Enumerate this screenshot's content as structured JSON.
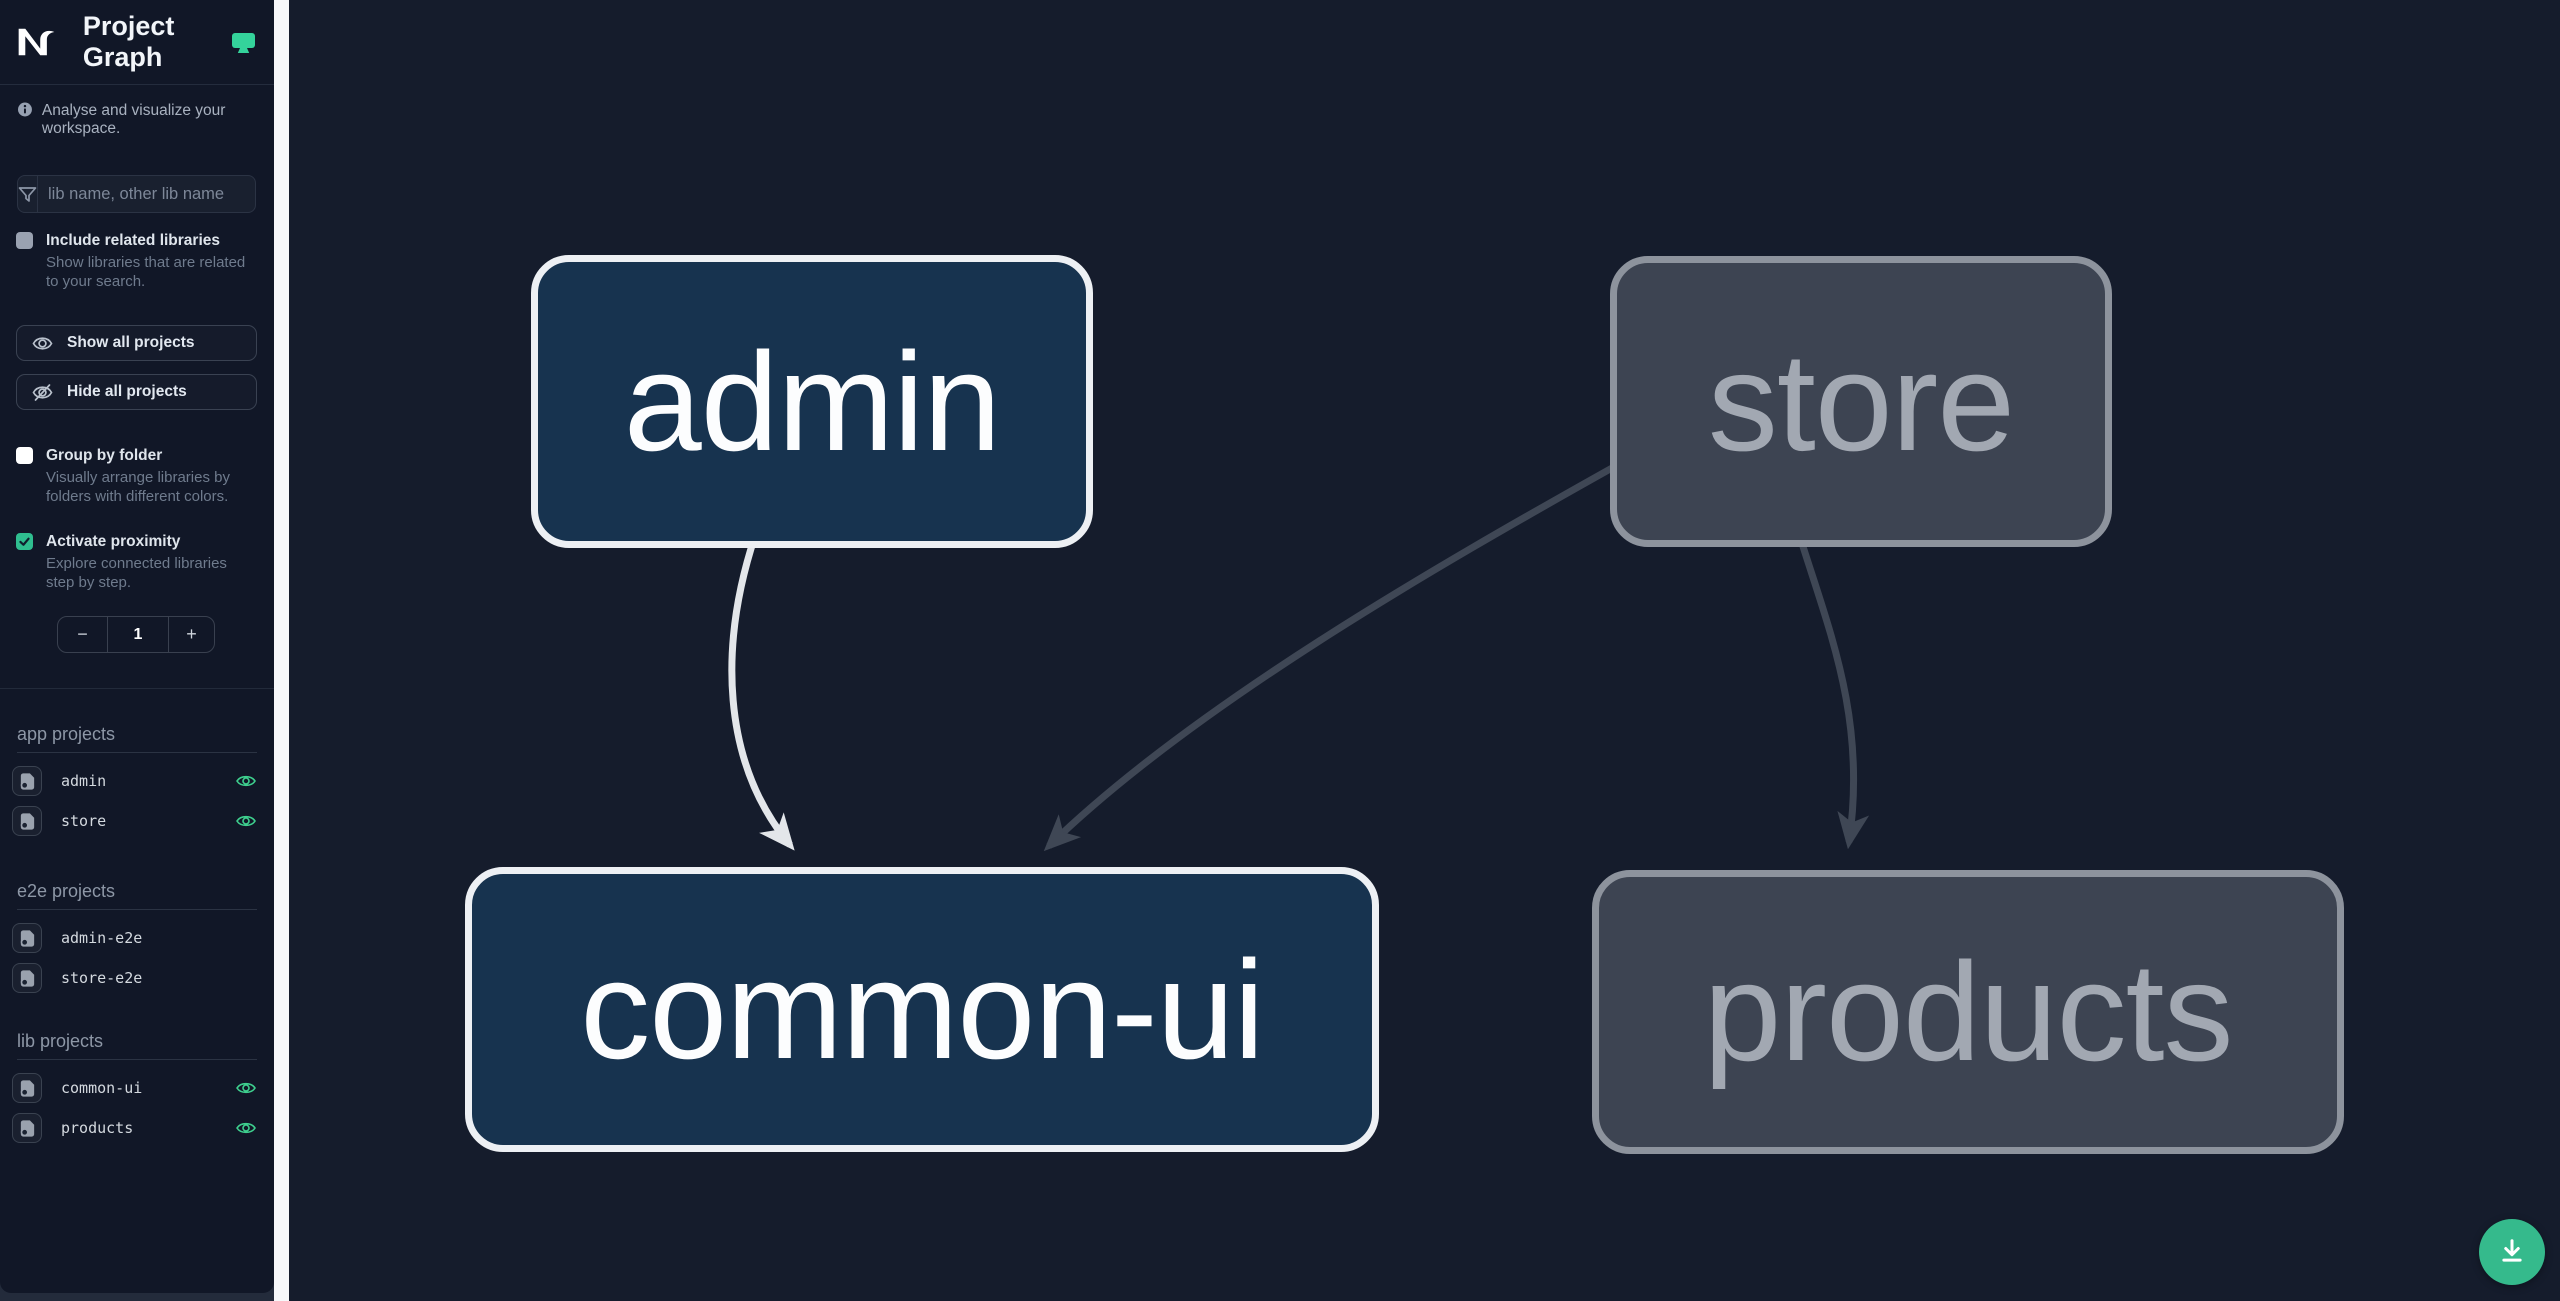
{
  "header": {
    "title": "Project Graph"
  },
  "sidebar": {
    "tagline": "Analyse and visualize your workspace.",
    "filter_placeholder": "lib name, other lib name",
    "include_related": {
      "label": "Include related libraries",
      "desc": "Show libraries that are related to your search.",
      "checked": false
    },
    "show_all_label": "Show all projects",
    "hide_all_label": "Hide all projects",
    "group_by_folder": {
      "label": "Group by folder",
      "desc": "Visually arrange libraries by folders with different colors.",
      "checked": false
    },
    "proximity": {
      "label": "Activate proximity",
      "desc": "Explore connected libraries step by step.",
      "checked": true
    },
    "stepper": {
      "decrease": "−",
      "value": "1",
      "increase": "+"
    },
    "sections": [
      {
        "title": "app projects",
        "items": [
          {
            "name": "admin",
            "visible": true
          },
          {
            "name": "store",
            "visible": true
          }
        ]
      },
      {
        "title": "e2e projects",
        "items": [
          {
            "name": "admin-e2e",
            "visible": false
          },
          {
            "name": "store-e2e",
            "visible": false
          }
        ]
      },
      {
        "title": "lib projects",
        "items": [
          {
            "name": "common-ui",
            "visible": true
          },
          {
            "name": "products",
            "visible": true
          }
        ]
      }
    ]
  },
  "graph": {
    "nodes": [
      {
        "label": "admin",
        "state": "focused"
      },
      {
        "label": "store",
        "state": "dimmed"
      },
      {
        "label": "common-ui",
        "state": "focused"
      },
      {
        "label": "products",
        "state": "dimmed"
      }
    ],
    "edges": [
      {
        "source": "admin",
        "target": "common-ui",
        "state": "highlighted"
      },
      {
        "source": "store",
        "target": "common-ui",
        "state": "dimmed"
      },
      {
        "source": "store",
        "target": "products",
        "state": "dimmed"
      }
    ]
  },
  "colors": {
    "accent_green": "#34d399",
    "fab_green": "#35ba8c",
    "node_active_bg": "#17334f",
    "node_active_border": "#edf0f4",
    "node_inactive_bg": "#3d4452",
    "node_inactive_border": "#8d939d",
    "edge_active": "#e3e6ea",
    "edge_inactive": "#3f4755",
    "sidebar_bg": "#111727",
    "canvas_bg": "#151c2c",
    "divider_light": "#f7f8fa"
  }
}
